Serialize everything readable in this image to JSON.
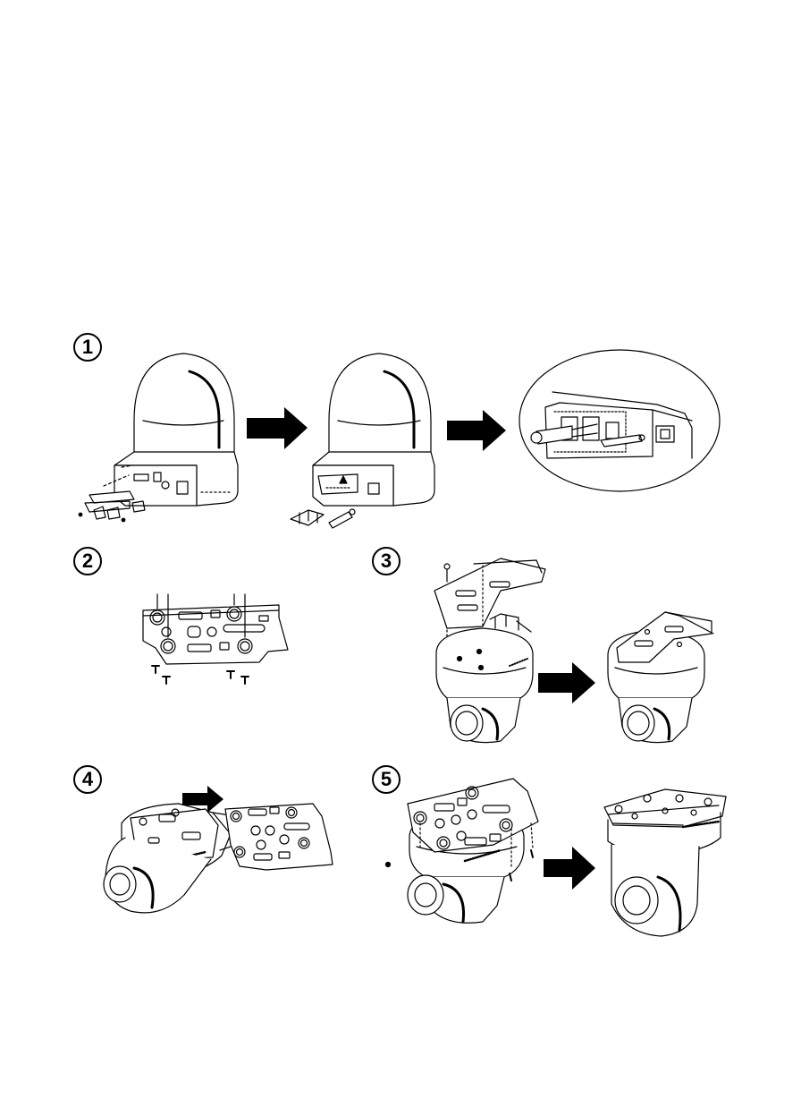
{
  "steps": [
    {
      "number": "1"
    },
    {
      "number": "2"
    },
    {
      "number": "3"
    },
    {
      "number": "4"
    },
    {
      "number": "5"
    }
  ],
  "icons": {
    "arrow": "arrow-right-icon",
    "camera": "ptz-camera-icon",
    "plate": "mounting-plate-icon",
    "screw": "screw-icon"
  },
  "colors": {
    "line": "#000000",
    "background": "#ffffff"
  }
}
